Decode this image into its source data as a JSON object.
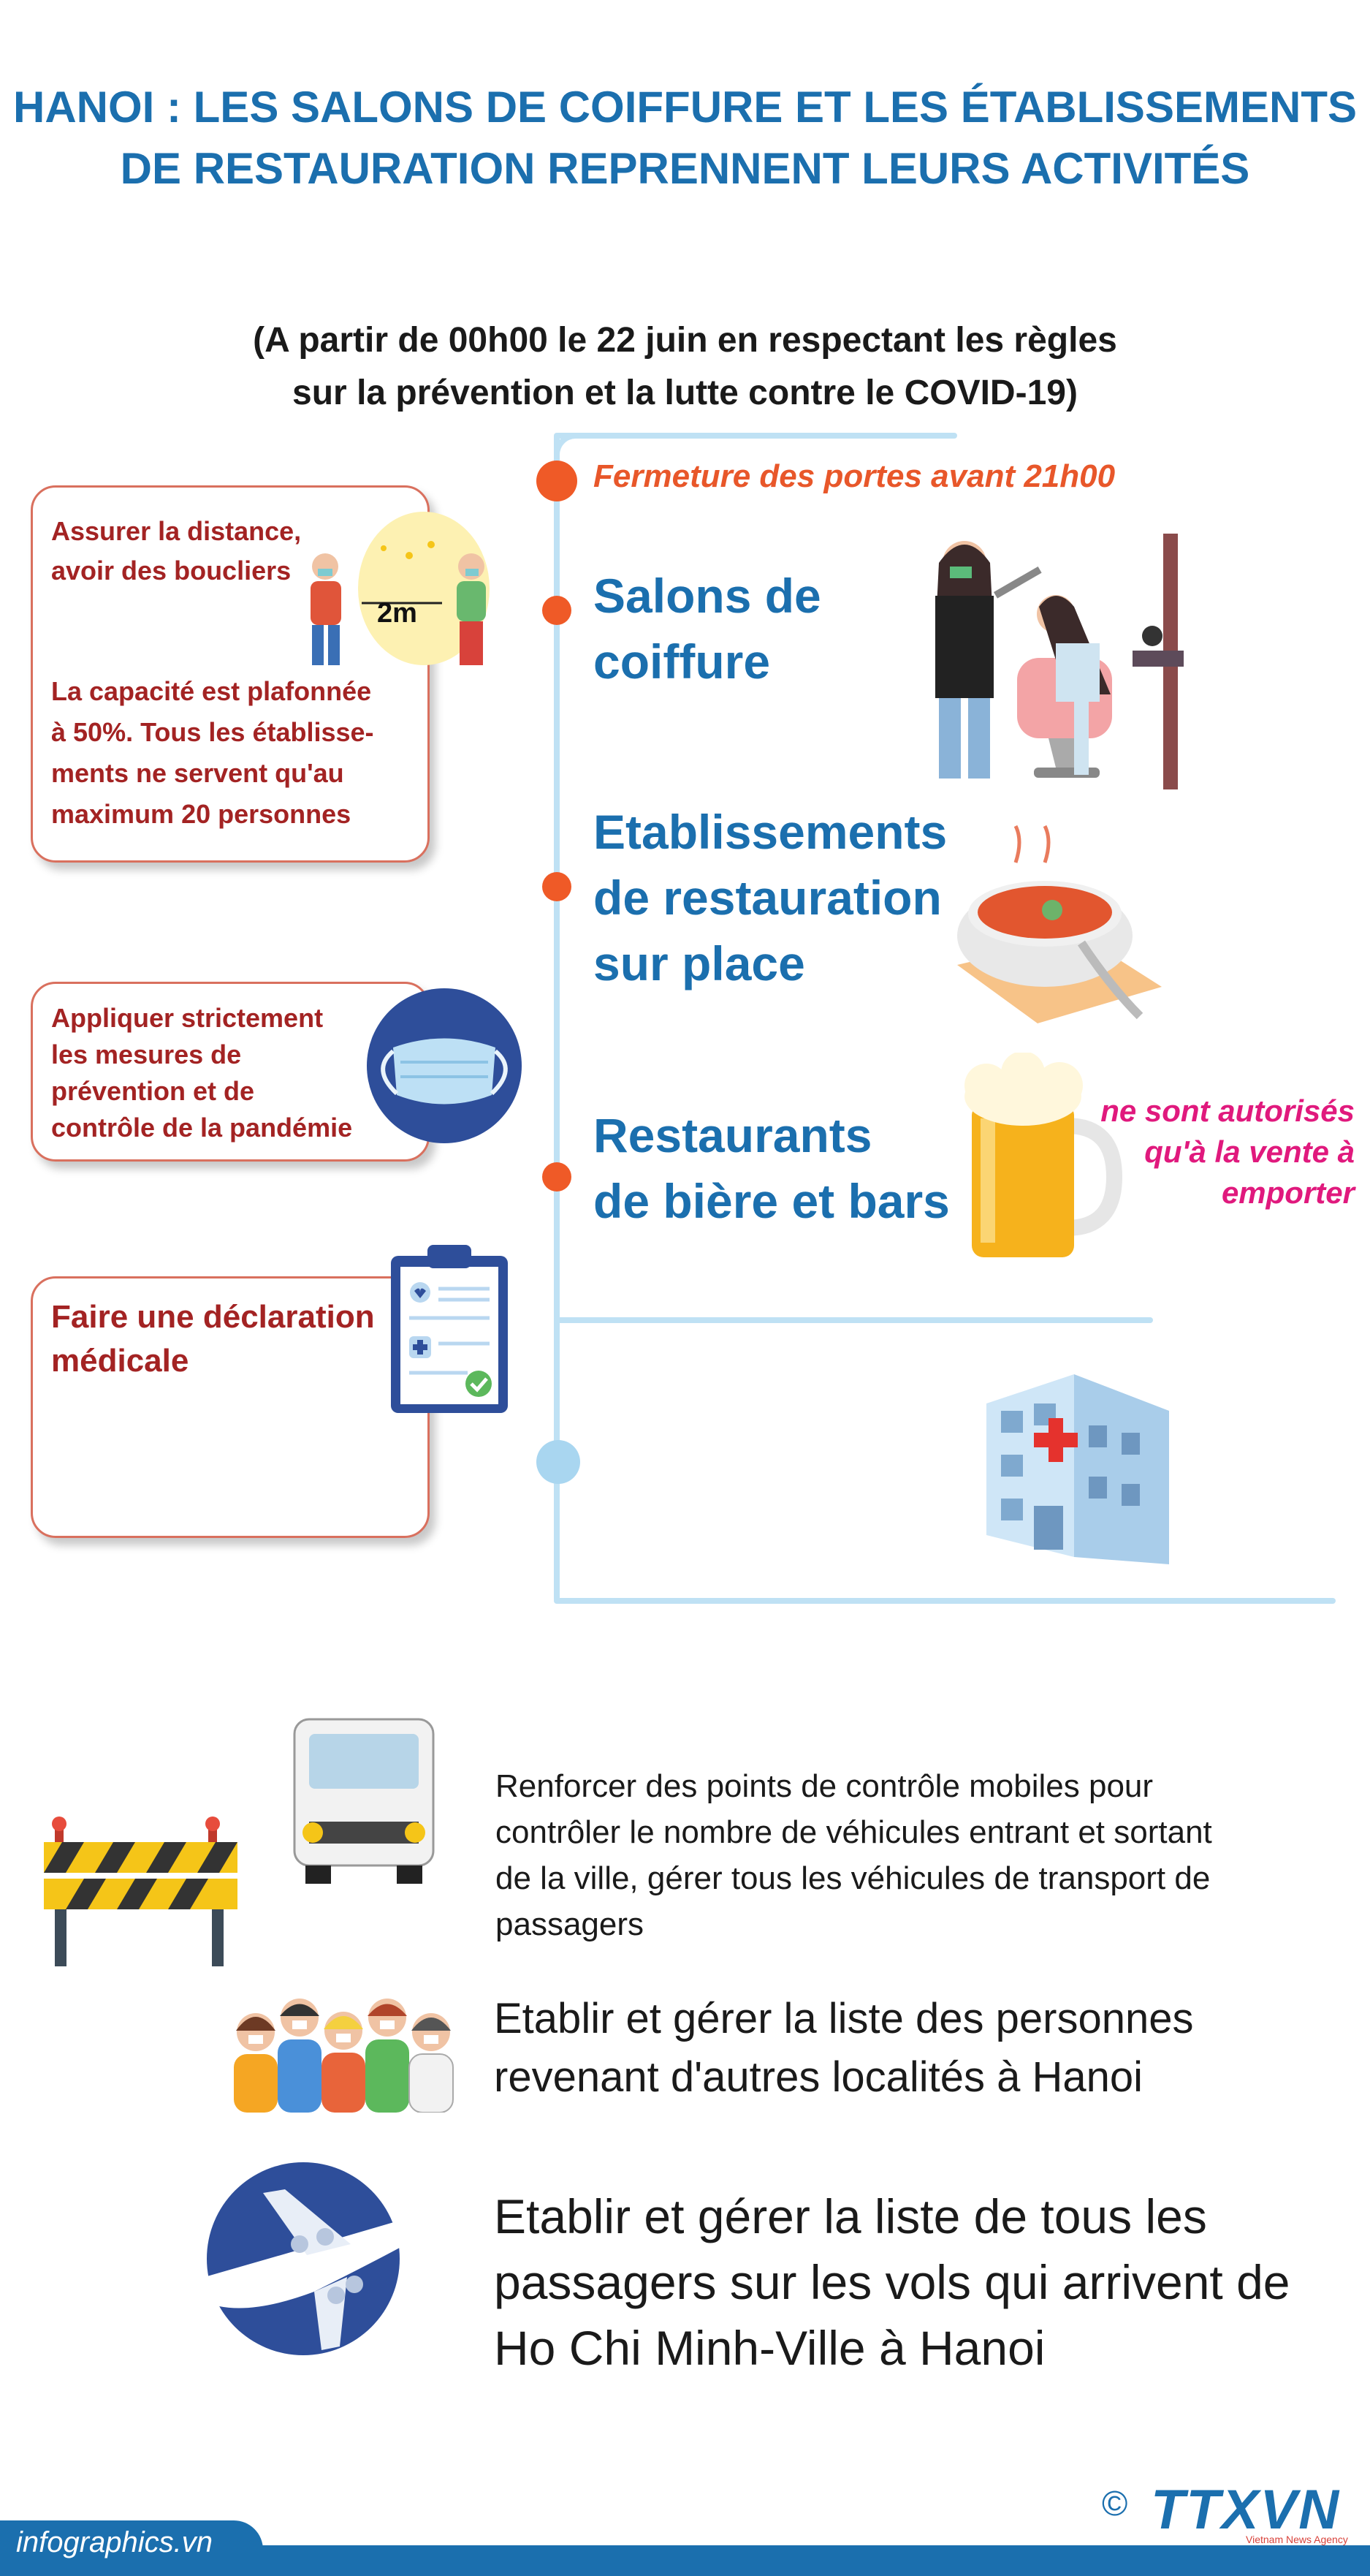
{
  "header": {
    "title_line1": "HANOI : LES SALONS DE COIFFURE ET LES ÉTABLISSEMENTS",
    "title_line2": "DE RESTAURATION REPRENNENT LEURS ACTIVITÉS",
    "subtitle_line1": "(A partir de 00h00 le 22 juin en respectant les règles",
    "subtitle_line2": "sur la prévention et la lutte contre le COVID-19)"
  },
  "rules": {
    "distance_line1": "Assurer la distance,",
    "distance_line2": "avoir des boucliers",
    "distance_label": "2m",
    "capacity_line1": "La capacité est plafonnée",
    "capacity_line2": "à 50%. Tous les établisse-",
    "capacity_line3": "ments ne servent qu'au",
    "capacity_line4": "maximum 20 personnes",
    "prevention_line1": "Appliquer strictement",
    "prevention_line2": "les mesures de",
    "prevention_line3": "prévention et de",
    "prevention_line4": "contrôle de la pandémie",
    "declaration_line1": "Faire une déclaration",
    "declaration_line2": "médicale"
  },
  "timeline": {
    "closing_time": "Fermeture des portes avant 21h00",
    "hair_line1": "Salons de",
    "hair_line2": "coiffure",
    "restaurant_line1": "Etablissements",
    "restaurant_line2": "de restauration",
    "restaurant_line3": "sur place",
    "bar_line1": "Restaurants",
    "bar_line2": "de bière et  bars",
    "takeaway_line1": "ne sont autorisés",
    "takeaway_line2": "qu'à la vente à",
    "takeaway_line3": "emporter"
  },
  "measures": {
    "checkpoint_line1": "Renforcer des points de contrôle mobiles pour",
    "checkpoint_line2": "contrôler le nombre de véhicules entrant et sortant",
    "checkpoint_line3": "de la ville, gérer tous les véhicules de transport de",
    "checkpoint_line4": "passagers",
    "returnees_line1": "Etablir et gérer la liste des personnes",
    "returnees_line2": "revenant d'autres localités à Hanoi",
    "flights_line1": "Etablir et gérer la liste de tous les",
    "flights_line2": "passagers sur les vols qui arrivent de",
    "flights_line3": "Ho Chi Minh-Ville à Hanoi"
  },
  "footer": {
    "site": "infographics.vn",
    "copyright": "©",
    "logo": "TTXVN",
    "agency": "Vietnam News Agency"
  },
  "colors": {
    "title_blue": "#1b6fae",
    "accent_orange": "#ef5a27",
    "dark_red": "#a32323",
    "pink": "#e0197d",
    "timeline_light_blue": "#bfe1f4"
  }
}
